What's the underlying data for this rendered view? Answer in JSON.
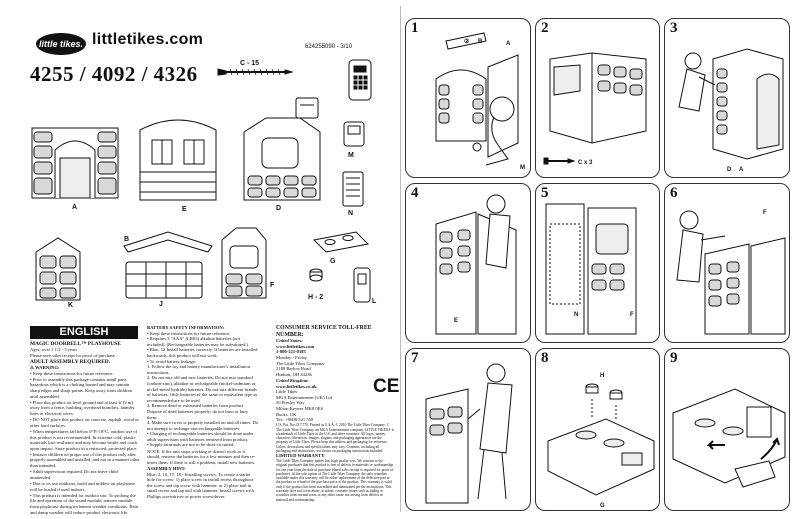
{
  "header": {
    "logo_text": "little tikes.",
    "brand_url": "littletikes.com",
    "part_number": "624255090 - 3/10",
    "model_numbers": "4255 / 4092 / 4326"
  },
  "parts": {
    "screw_label": "C - 15",
    "A": "A",
    "E": "E",
    "D": "D",
    "M": "M",
    "N": "N",
    "K": "K",
    "B": "B",
    "J": "J",
    "F": "F",
    "G": "G",
    "H2": "H - 2",
    "L": "L"
  },
  "english": {
    "title": "ENGLISH",
    "product": "MAGIC DOORBELL™ PLAYHOUSE",
    "ages": "Ages: over 1 1/2 - 5 years",
    "keep": "Please save sales receipt for proof of purchase.",
    "adult_heading": "ADULT ASSEMBLY REQUIRED.",
    "warning_heading": "⚠ WARNING:",
    "warnings": [
      "• Keep these instructions for future reference.",
      "• Prior to assembly this package contains small parts hazardous which is a choking hazard and may contain sharp edges and sharp points. Keep away from children until assembled.",
      "• Place this product on level ground and at least 6' (2 m) away from a fence, building, overhead branches, laundry lines or electrical wires.",
      "• DO NOT place this product on concrete, asphalt, wood or other hard surfaces.",
      "• When temperatures fall below 0°F/-18°C, outdoor use of this product is not recommended. In extreme cold, plastic materials lose resilience and may become brittle and crack upon impact. Store product in a restricted, protected place.",
      "• Instruct children on proper use of this product only after properly assembled and installed, and not in a manner other than intended.",
      "• Adult supervision required. Do not leave child unattended.",
      "• Due to its use outdoors, mold and mildew on playhouse will be loaded if used indoors.",
      "• This product is intended for outdoor use. To prolong the life and operation of the sound module, remove module from playhouse during inclement weather conditions. Rain and damp weather will reduce product electronic life."
    ]
  },
  "battery": {
    "heading": "BATTERY SAFETY INFORMATION:",
    "items": [
      "• Keep these instructions for future reference.",
      "• Requires 3 \"AAA\" (LR03) alkaline batteries (not included). (Rechargeable batteries may be substituted.)",
      "• Blue, 12 Install batteries correctly. If batteries are installed backwards, this product will not work.",
      "• To avoid battery leakage:",
      "1. Follow the toy and battery manufacturer's installation instructions.",
      "2. Do not mix old and new batteries. Do not mix standard (carbon-zinc), alkaline or rechargeable (nickel-cadmium or nickel-metal hydride) batteries. Do not mix different brands of batteries. Only batteries of the same or equivalent type as recommended are to be used.",
      "3. Remove dead or exhausted batteries from product. Dispose of dead batteries properly; do not burn or bury them.",
      "4. Make sure cover is properly installed on and all times. Do not attempt to recharge non-rechargeable batteries.",
      "• Charging of rechargeable batteries should be done under adult supervision with batteries removed from product.",
      "• Supply terminals are not to be short-circuited."
    ],
    "note": "NOTE: If the unit stops working or doesn't work as it should, remove the batteries for a few minutes and then re-insert them. If there is still a problem, install new batteries.",
    "hint_heading": "ASSEMBLY HINT:",
    "hint": "Blue, 2, 10, 17, 18 - Installing screws. To create a starter hole for screw: 1) place screw in install recess throughout the screw and tap screw with hammer; or 2) place nail in small recess and tap nail with hammer. Install screws with Phillips screwdriver or power screwdriver."
  },
  "consumer": {
    "heading": "CONSUMER SERVICE TOLL-FREE NUMBER:",
    "us_label": "United States:",
    "us_web": "www.littletikes.com",
    "us_phone": "1-800-321-0183",
    "us_hours": "Monday - Friday",
    "us_company": "The Little Tikes Company",
    "us_addr1": "2180 Barlow Road",
    "us_addr2": "Hudson, OH 44236",
    "uk_label": "United Kingdom:",
    "uk_web": "www.littletikes.co.uk",
    "uk_name": "Little Tikes",
    "uk_company": "MGA Entertainment (UK) Ltd",
    "uk_addr1": "50 Presley Way",
    "uk_addr2": "Milton Keynes MK8 0ES",
    "uk_addr3": "Bucks, UK",
    "uk_phone": "Tel.: +0800 521 558",
    "ce_mark": "CE",
    "fine_print": "U.S. Pat. Nos D 7,770, Printed in U.S.A. © 2010 The Little Tikes Company. © The Little Tikes Company, an MGA Entertainment company. LITTLE TIKES® is a trademark of Little Tikes in the U.S. and other countries. All logos, names, characters, likenesses, images, slogans, and packaging appearance are the property of Little Tikes. Please keep this address and packaging for reference. Colors, decorations and specifications may vary. Contents, including all packaging and instructions, not shown on packaging instructions included.",
    "warranty_heading": "LIMITED WARRANTY",
    "warranty": "The Little Tikes Company makes fun, high quality toys. We warrant to the original purchaser that this product is free of defects in materials or workmanship for one year from the date of purchase (dated sales receipt is required for proof of purchase). At the sole option of The Little Tikes Company, the only remedies available under this warranty will be either replacement of the defective part or the product or refund of the purchase price of the product. This warranty is valid only if the product has been assembled and maintained per the instructions. This warranty does not cover abuse, accident, cosmetic issues such as fading or scratches from normal wear, or any other cause not arising from defects in material and workmanship."
  },
  "steps": [
    {
      "number": "1",
      "labels": [
        "②",
        "B",
        "A",
        "M"
      ]
    },
    {
      "number": "2",
      "labels": [
        "C x 3"
      ]
    },
    {
      "number": "3",
      "labels": [
        "D",
        "A"
      ]
    },
    {
      "number": "4",
      "labels": [
        "E"
      ]
    },
    {
      "number": "5",
      "labels": [
        "N",
        "F"
      ]
    },
    {
      "number": "6",
      "labels": [
        "F"
      ]
    },
    {
      "number": "7",
      "labels": []
    },
    {
      "number": "8",
      "labels": [
        "H",
        "G"
      ]
    },
    {
      "number": "9",
      "labels": []
    }
  ],
  "colors": {
    "ink": "#111111",
    "fold_line": "#bbbbbb",
    "stone_fill": "#d9d9d9"
  }
}
